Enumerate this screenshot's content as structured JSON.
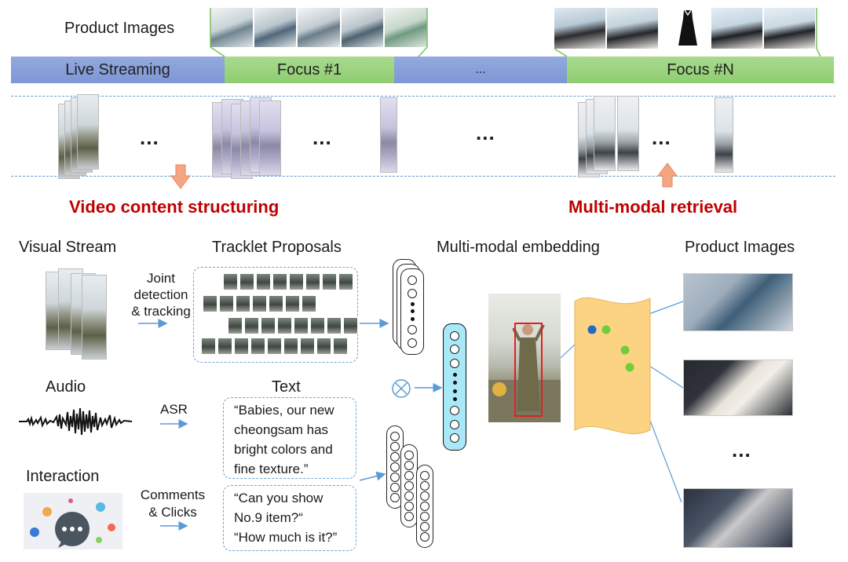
{
  "top": {
    "product_images_label": "Product Images",
    "timeline": {
      "live": "Live Streaming",
      "focus1": "Focus #1",
      "ellipsis": "...",
      "focusN": "Focus #N"
    },
    "ellipsis": "..."
  },
  "process": {
    "left": "Video content structuring",
    "right": "Multi-modal retrieval"
  },
  "bottom": {
    "visual_stream": "Visual Stream",
    "tracklet_proposals": "Tracklet Proposals",
    "joint_detection": [
      "Joint",
      "detection",
      "& tracking"
    ],
    "audio": "Audio",
    "asr": "ASR",
    "text_title": "Text",
    "speech_quote": [
      "“Babies, our new",
      "cheongsam has",
      "bright colors and",
      "fine texture.”"
    ],
    "interaction": "Interaction",
    "comments_clicks": [
      "Comments",
      "& Clicks"
    ],
    "comment_quote": [
      "“Can you show",
      "No.9 item?“",
      "“How much is it?”"
    ],
    "multimodal_embedding": "Multi-modal embedding",
    "product_images": "Product Images",
    "ellipsis": "..."
  },
  "colors": {
    "timeline_blue": "#8ba2dc",
    "timeline_green": "#99d27c",
    "process_red": "#c00000",
    "dashed_blue": "#5f9ad0",
    "arrow_orange": "#f4a582",
    "embedding_fill": "#fbd382",
    "vector_cyan": "#a9e8f7",
    "dot_green": "#6fcf3b",
    "dot_blue": "#2468c8"
  }
}
